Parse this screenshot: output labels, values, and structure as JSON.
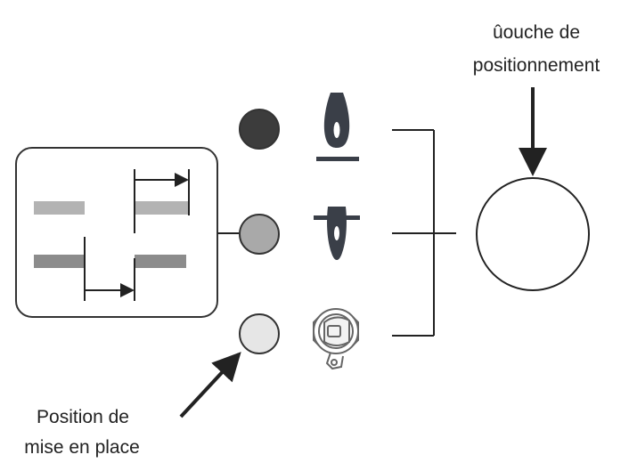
{
  "labels": {
    "button_label_line1": "ûouche de",
    "button_label_line2": "positionnement",
    "setup_label_line1": "Position de",
    "setup_label_line2": "mise en place"
  },
  "indicators": [
    {
      "name": "indicator-dark",
      "color": "#3c3c3c"
    },
    {
      "name": "indicator-medium",
      "color": "#a9a9a9"
    },
    {
      "name": "indicator-light",
      "color": "#e6e6e6"
    }
  ],
  "icons": [
    "needle-up-icon",
    "needle-down-icon",
    "bobbin-case-icon"
  ],
  "colors": {
    "line": "#222222",
    "needle": "#3a3f48",
    "bar_light": "#b3b3b3",
    "bar_dark": "#8c8c8c"
  }
}
